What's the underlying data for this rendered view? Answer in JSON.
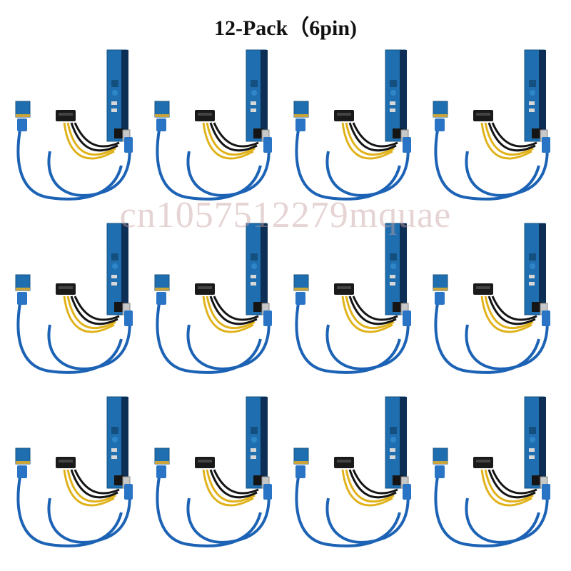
{
  "title": "12-Pack（6pin)",
  "watermark": "cn1057512279mquae",
  "product": {
    "count": 12,
    "colors": {
      "pcb": "#1f6fb0",
      "pcb_dark": "#14507f",
      "pcb_trace": "#2f86c8",
      "slot": "#0d2f55",
      "usb_cable": "#1d63b5",
      "usb_plug": "#2a74c6",
      "yellow_wire": "#e0b21a",
      "black_wire": "#151515",
      "sata_plug": "#1a1a1a",
      "mini_board": "#1f6fb0"
    }
  }
}
